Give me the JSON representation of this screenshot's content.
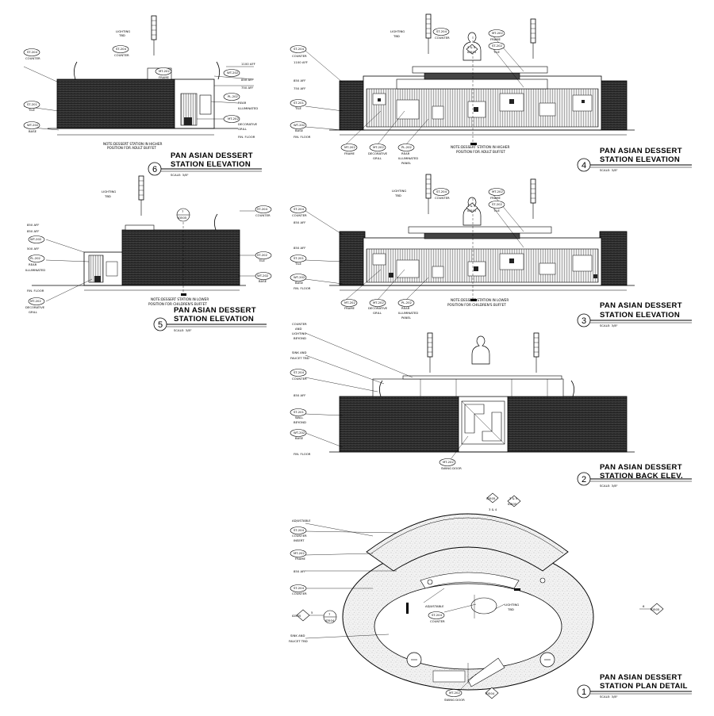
{
  "views": [
    {
      "id": "v6",
      "number": "6",
      "title_line1": "PAN ASIAN DESSERT",
      "title_line2": "STATION ELEVATION",
      "scale": "SCALE: 3/8\"",
      "note_line1": "NOTE:DESSERT STATION IN HIGHER",
      "note_line2": "POSITION FOR ADULT BUFFET",
      "labels": [
        "ST-204",
        "COUNTER",
        "ST-201",
        "TILE",
        "WT-202",
        "BASE",
        "LIGHTING",
        "TBD",
        "ST-204",
        "COUNTER",
        "MT-202",
        "FRAME",
        "1100 AFF",
        "WT-202",
        "850 AFF",
        "750 AFF",
        "PL-202",
        "REAR",
        "ILLUMINATED",
        "MT-202",
        "DECORATIVE",
        "GRILL",
        "FIN. FLOOR"
      ]
    },
    {
      "id": "v4",
      "number": "4",
      "title_line1": "PAN ASIAN DESSERT",
      "title_line2": "STATION ELEVATION",
      "scale": "SCALE: 3/8\"",
      "note_line1": "NOTE:DESSERT STATION IN HIGHER",
      "note_line2": "POSITION FOR ADULT BUFFET",
      "labels": [
        "LIGHTING",
        "TBD",
        "ST-204",
        "COUNTER",
        "3 & 5",
        "ID505",
        "MT-202",
        "FRAME",
        "ST-202",
        "TILE",
        "ST-204",
        "COUNTER",
        "1100 AFF",
        "850 AFF",
        "750 AFF",
        "ST-201",
        "TILE",
        "WT-202",
        "BASE",
        "FIN. FLOOR",
        "MT-202",
        "FRAME",
        "MT-202",
        "DECORATIVE",
        "GRILL",
        "PL-202",
        "REAR",
        "ILLUMINATED",
        "PANEL"
      ]
    },
    {
      "id": "v5",
      "number": "5",
      "title_line1": "PAN ASIAN DESSERT",
      "title_line2": "STATION ELEVATION",
      "scale": "SCALE: 3/8\"",
      "note_line1": "NOTE:DESSERT STATION IN LOWER",
      "note_line2": "POSITION FOR CHILDREN'S BUFFET",
      "labels": [
        "LIGHTING",
        "TBD",
        "7",
        "ID505",
        "ST-204",
        "COUNTER",
        "850 AFF",
        "850 AFF",
        "WT-202",
        "500 AFF",
        "PL-202",
        "REAR",
        "ILLUMINATED",
        "ST-202",
        "TILE",
        "WT-202",
        "BASE",
        "FIN. FLOOR",
        "MT-202",
        "DECORATIVE",
        "GRILL"
      ]
    },
    {
      "id": "v3",
      "number": "3",
      "title_line1": "PAN ASIAN DESSERT",
      "title_line2": "STATION ELEVATION",
      "scale": "SCALE: 3/8\"",
      "note_line1": "NOTE:DESSERT STATION IN LOWER",
      "note_line2": "POSITION FOR CHILDREN'S BUFFET",
      "labels": [
        "LIGHTING",
        "TBD",
        "ST-204",
        "COUNTER",
        "3 & 5",
        "ID505",
        "MT-202",
        "FRAME",
        "ST-202",
        "TILE",
        "ST-204",
        "COUNTER",
        "850 AFF",
        "850 AFF",
        "ST-201",
        "TILE",
        "WT-202",
        "BASE",
        "FIN. FLOOR",
        "MT-202",
        "FRAME",
        "MT-202",
        "DECORATIVE",
        "GRILL",
        "PL-202",
        "REAR",
        "ILLUMINATED",
        "PANEL"
      ]
    },
    {
      "id": "v2",
      "number": "2",
      "title_line1": "PAN ASIAN DESSERT",
      "title_line2": "STATION BACK ELEV.",
      "scale": "SCALE: 3/8\"",
      "labels": [
        "COUNTER",
        "AND",
        "LIGHTING",
        "BEYOND",
        "SINK AND",
        "FAUCET TBD",
        "ST-204",
        "COUNTER",
        "850 AFF",
        "ST-201",
        "WALL",
        "BEYOND",
        "WT-202",
        "BASE",
        "FIN. FLOOR",
        "MT-202",
        "SWING DOOR"
      ]
    },
    {
      "id": "v1",
      "number": "1",
      "title_line1": "PAN ASIAN DESSERT",
      "title_line2": "STATION PLAN DETAIL",
      "scale": "SCALE: 3/8\"",
      "labels": [
        "ADJUSTABLE",
        "ST-204",
        "COUNTER",
        "INSERT",
        "MT-202",
        "FRAME",
        "850 AFF",
        "ST-204",
        "COUNTER",
        "ADJUSTABLE",
        "ST-204",
        "COUNTER",
        "LIGHTING",
        "TBD",
        "SINK AND",
        "FAUCET TBD",
        "MT-202",
        "SWING DOOR",
        "ID505",
        "3 & 4",
        "3 & 5",
        "ID505",
        "7",
        "ID504",
        "5",
        "ID505",
        "6",
        "ID505",
        "ID504"
      ]
    }
  ]
}
